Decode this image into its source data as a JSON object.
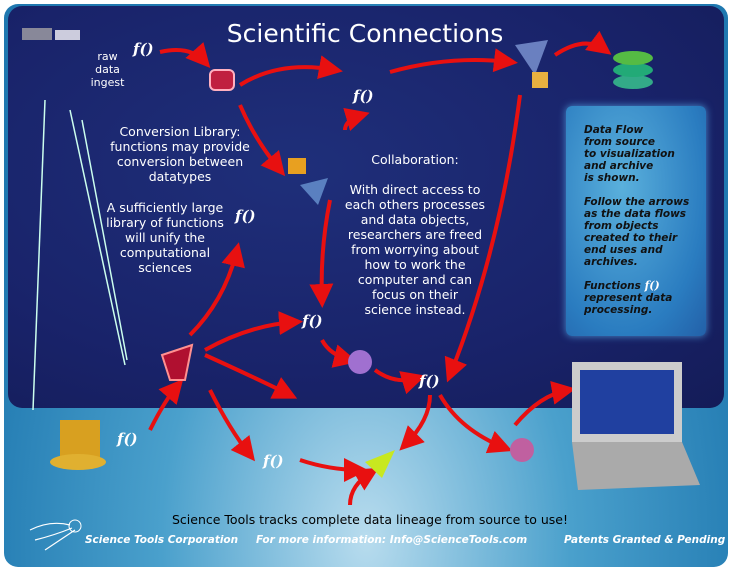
{
  "title": "Scientific Connections",
  "raw_ingest": [
    "raw",
    "data",
    "ingest"
  ],
  "function_label": "f()",
  "conversion": [
    "Conversion Library:",
    "functions may provide",
    "conversion between",
    "datatypes"
  ],
  "unify": [
    "A sufficiently large",
    "library of functions",
    "will unify the",
    "computational",
    "sciences"
  ],
  "collab_title": "Collaboration:",
  "collab_body": [
    "With direct access to",
    "each others processes",
    "and data objects,",
    "researchers are freed",
    "from worrying about",
    "how to work the",
    "computer and can",
    "focus on their",
    "science instead."
  ],
  "info": {
    "p1": [
      "Data Flow",
      "from source",
      "to visualization",
      "and archive",
      "is shown."
    ],
    "p2": [
      "Follow the arrows",
      "as the data flows",
      "from objects",
      "created to their",
      "end uses and",
      "archives."
    ],
    "p3a": "Functions",
    "p3b": [
      "represent data",
      "processing."
    ]
  },
  "tagline": "Science Tools tracks complete data lineage from source to use!",
  "footer": {
    "company": "Science Tools Corporation",
    "contact": "For more information: Info@ScienceTools.com",
    "patents": "Patents Granted & Pending"
  },
  "colors": {
    "arrow": "#e81010",
    "panel": "#19236a"
  }
}
